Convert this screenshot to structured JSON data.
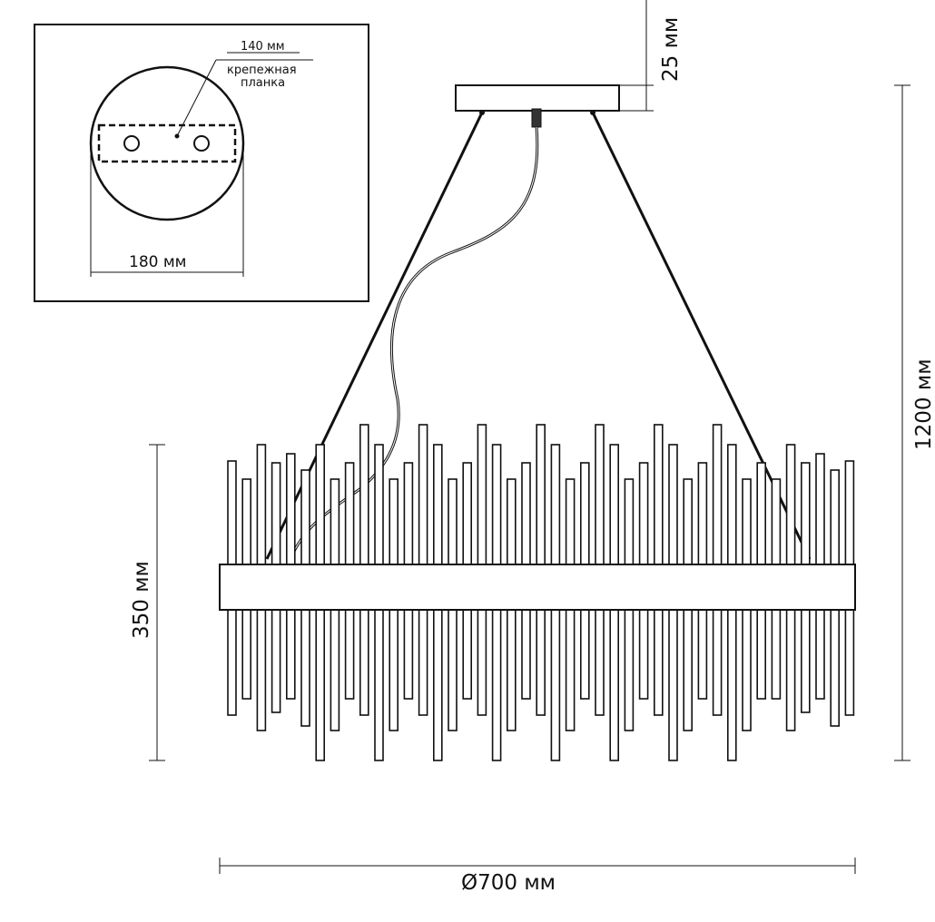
{
  "inset": {
    "bar_width_label": "140 мм",
    "bracket_label": "крепежная",
    "bracket_label_2": "планка",
    "diameter_label": "180 мм"
  },
  "dimensions": {
    "canopy_height": "25 мм",
    "total_height": "1200 мм",
    "body_height": "350 мм",
    "diameter": "Ø700 мм"
  },
  "colors": {
    "stroke": "#111111",
    "background": "#ffffff"
  }
}
